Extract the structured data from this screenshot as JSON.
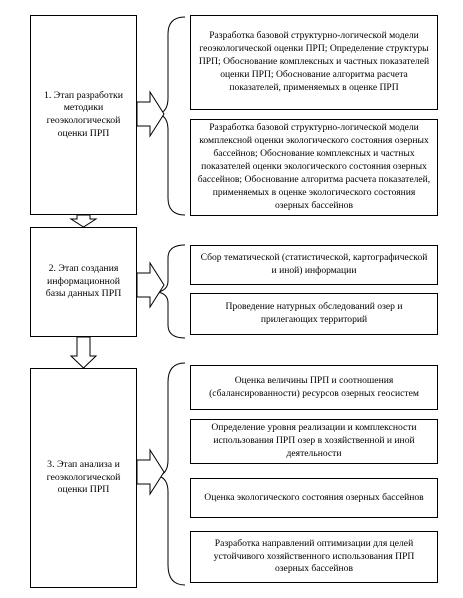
{
  "stages": [
    {
      "label": "1. Этап разработки методики геоэкологической оценки ПРП",
      "items": [
        "Разработка базовой структурно-логической модели геоэкологической оценки ПРП; Определение структуры ПРП; Обоснование комплексных и частных показателей оценки ПРП; Обоснование алгоритма расчета показателей, применяемых в оценке ПРП",
        "Разработка базовой структурно-логической модели комплексной оценки экологического состояния озерных бассейнов; Обоснование комплексных и частных показателей оценки экологического состояния озерных бассейнов; Обоснование алгоритма расчета показателей, применяемых в оценке экологического состояния озерных бассейнов"
      ]
    },
    {
      "label": "2. Этап создания информационной базы данных ПРП",
      "items": [
        "Сбор тематической (статистической, картографической и иной) информации",
        "Проведение натурных обследований озер и прилегающих территорий"
      ]
    },
    {
      "label": "3. Этап анализа и геоэкологической оценки ПРП",
      "items": [
        "Оценка величины ПРП и соотношения (сбалансированности) ресурсов озерных геосистем",
        "Определение уровня реализации и комплексности использования ПРП озер в хозяйственной и иной деятельности",
        "Оценка экологического состояния озерных бассейнов",
        "Разработка направлений оптимизации для целей устойчивого хозяйственного использования ПРП озерных бассейнов"
      ]
    }
  ]
}
